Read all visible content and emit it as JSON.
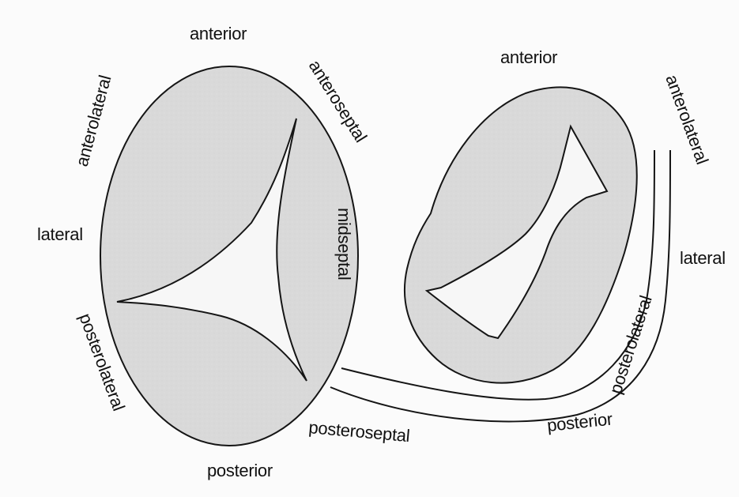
{
  "diagram": {
    "colors": {
      "background": "#fbfbfb",
      "shaded_region": "#d9d9d9",
      "orifice": "#f7f7f7",
      "stroke": "#151515",
      "text": "#111111"
    },
    "left_valve": {
      "labels": {
        "anterior": "anterior",
        "anterolateral": "anterolateral",
        "anteroseptal": "anteroseptal",
        "lateral": "lateral",
        "midseptal": "midseptal",
        "posterolateral": "posterolateral",
        "posteroseptal": "posteroseptal",
        "posterior": "posterior"
      }
    },
    "right_valve": {
      "labels": {
        "anterior": "anterior",
        "anterolateral": "anterolateral",
        "lateral": "lateral",
        "posterolateral": "posterolateral",
        "posterior": "posterior"
      }
    }
  }
}
